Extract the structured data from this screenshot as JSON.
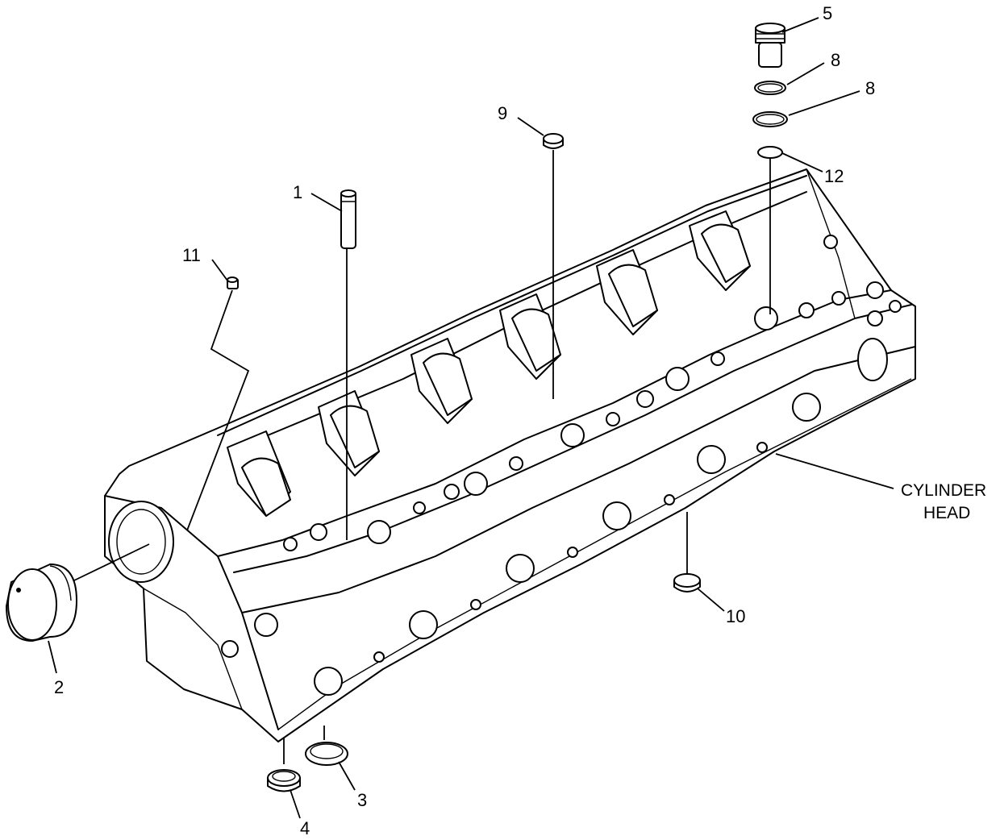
{
  "callouts": {
    "c1": "1",
    "c2": "2",
    "c3": "3",
    "c4": "4",
    "c5": "5",
    "c8a": "8",
    "c8b": "8",
    "c9": "9",
    "c10": "10",
    "c11": "11",
    "c12": "12"
  },
  "assembly_label": {
    "line1": "CYLINDER",
    "line2": "HEAD"
  }
}
